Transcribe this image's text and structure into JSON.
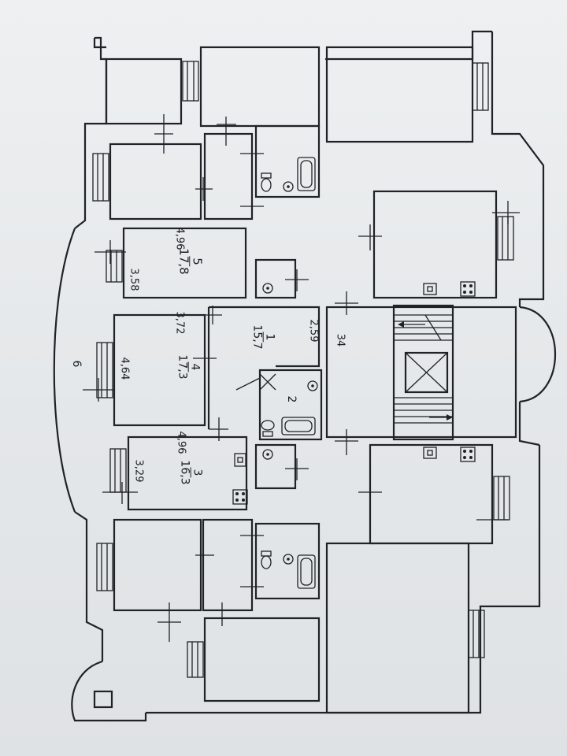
{
  "plan": {
    "rooms": [
      {
        "id": "1",
        "area": "15,7"
      },
      {
        "id": "2"
      },
      {
        "id": "3",
        "area": "16,3"
      },
      {
        "id": "4",
        "area": "17,3"
      },
      {
        "id": "5",
        "area": "17,8"
      },
      {
        "id": "6"
      },
      {
        "id": "34"
      }
    ],
    "dimensions": {
      "d_358": "3,58",
      "d_496_top": "4,96",
      "d_372": "3,72",
      "d_464": "4,64",
      "d_259": "2,59",
      "d_496_bottom": "4,96",
      "d_329": "3,29"
    }
  }
}
